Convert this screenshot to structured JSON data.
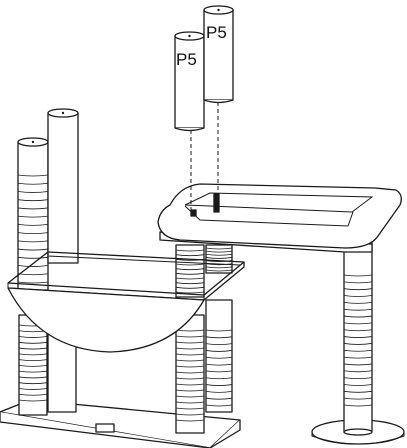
{
  "parts": {
    "post_a_label": "P5",
    "post_b_label": "P5"
  },
  "colors": {
    "line": "#1a1a1a",
    "fill": "#ffffff",
    "background": "#ffffff"
  },
  "sisal_wrap_posts": [
    {
      "name": "left-tall-post-sisal",
      "rings": 14
    },
    {
      "name": "center-front-post-sisal",
      "rings": 10
    },
    {
      "name": "center-right-post-sisal",
      "rings": 8
    },
    {
      "name": "front-left-post-lower-sisal",
      "rings": 14
    },
    {
      "name": "front-center-post-lower-sisal",
      "rings": 16
    },
    {
      "name": "back-right-post-lower-sisal",
      "rings": 12
    },
    {
      "name": "right-stand-post-sisal",
      "rings": 20
    }
  ]
}
